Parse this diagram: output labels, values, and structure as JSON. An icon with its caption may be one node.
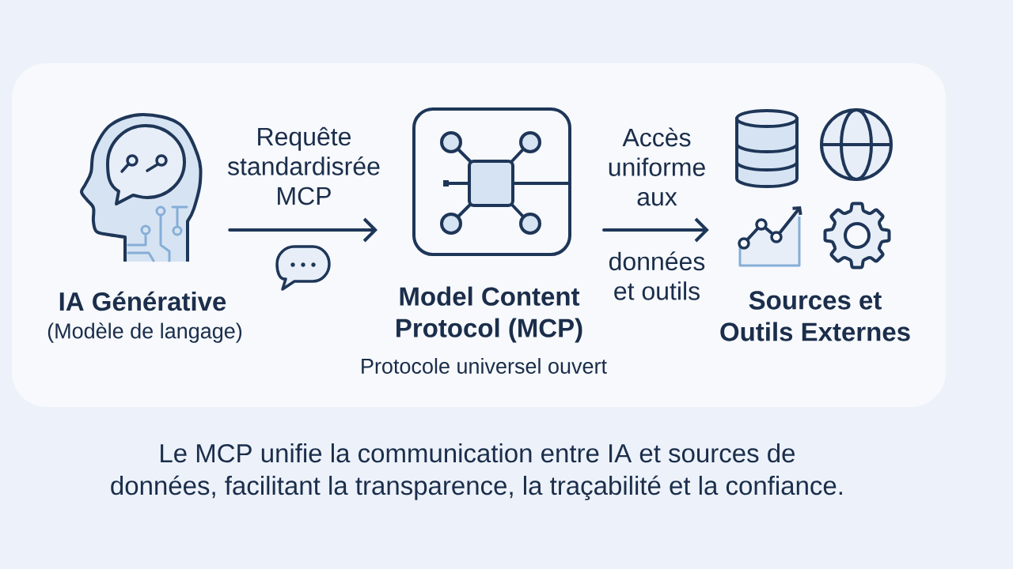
{
  "diagram": {
    "caption": "Le MCP unifie la communication entre IA et sources de données, facilitant la transparence, la traçabilité et la confiance.",
    "nodes": [
      {
        "text": [],
        "shape": "box"
      },
      {
        "text": [
          "IA Générative",
          "(Modèle de langage)"
        ],
        "in": 0
      },
      {
        "text": [
          "Model Content Protocol (MCP)",
          "Protocole universel ouvert"
        ],
        "in": 0
      },
      {
        "text": [
          "Sources et Outils Externes"
        ],
        "in": 0
      }
    ],
    "edges": [
      {
        "from": 1,
        "to": 2,
        "arrow": "to",
        "label": "Requête standardisrée MCP"
      },
      {
        "from": 2,
        "to": 3,
        "arrow": "to",
        "label": "Accès uniforme aux"
      }
    ],
    "labels": [
      "données et outils"
    ]
  }
}
